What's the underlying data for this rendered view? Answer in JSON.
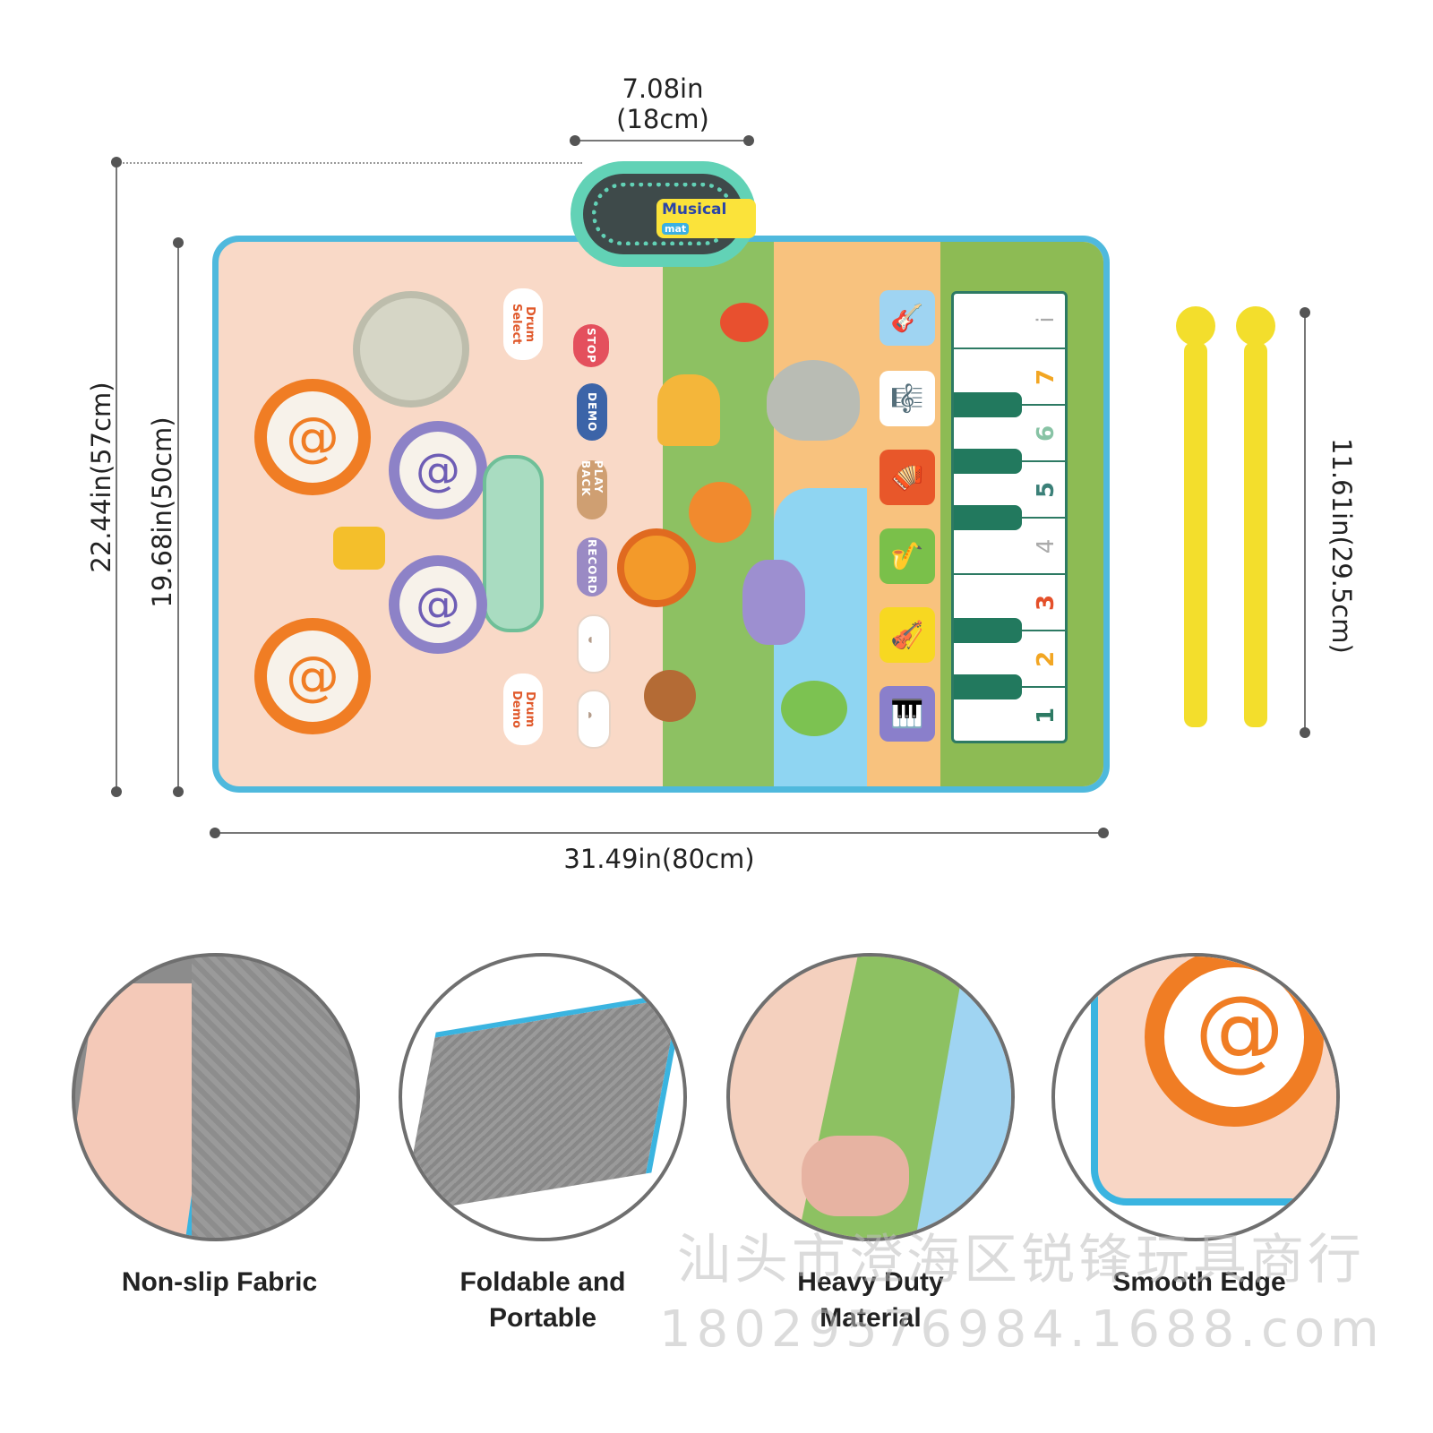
{
  "dimensions": {
    "top_width": "7.08in",
    "top_width_cm": "(18cm)",
    "bottom_width": "31.49in(80cm)",
    "outer_height": "22.44in(57cm)",
    "inner_height": "19.68in(50cm)",
    "stick_length": "11.61in(29.5cm)"
  },
  "mat": {
    "logo_line1": "Musical",
    "logo_line2": "mat",
    "drum_select": "Drum Select",
    "drum_demo": "Drum Demo",
    "buttons": {
      "stop": "STOP",
      "demo": "DEMO",
      "playback": "PLAY BACK",
      "record": "RECORD"
    },
    "piano_keys": [
      "1",
      "2",
      "3",
      "4",
      "5",
      "6",
      "7",
      "i"
    ],
    "instrument_icons": [
      "guitar-icon",
      "xylophone-icon",
      "accordion-icon",
      "saxophone-icon",
      "violin-icon",
      "piano-icon"
    ],
    "colors": {
      "mat_border": "#4fb9dd",
      "mat_base": "#f9d9c7",
      "drum_orange": "#f07d24",
      "drum_purple": "#8d82c7",
      "speaker": "#62d2b6",
      "sticks": "#f3de2c",
      "piano_key": "#22795e"
    }
  },
  "features": [
    {
      "label": "Non-slip Fabric"
    },
    {
      "label_line1": "Foldable and",
      "label_line2": "Portable"
    },
    {
      "label_line1": "Heavy Duty",
      "label_line2": "Material"
    },
    {
      "label": "Smooth Edge"
    }
  ],
  "watermark": {
    "line1": "汕头市澄海区锐锋玩具商行",
    "line2": "18029576984.1688.com"
  }
}
